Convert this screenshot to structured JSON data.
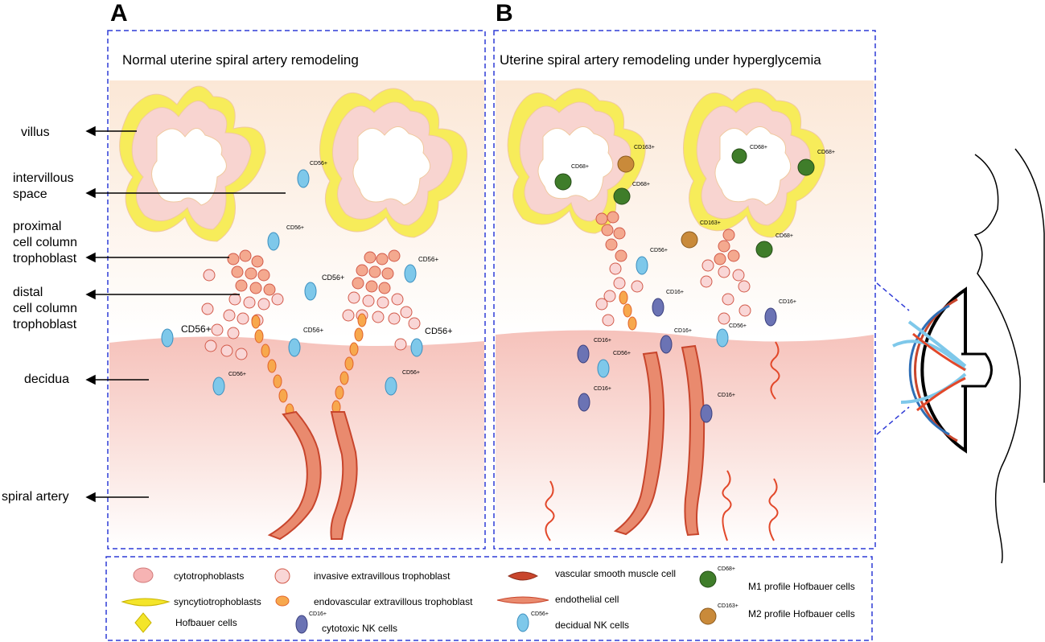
{
  "panels": {
    "a": {
      "letter": "A",
      "title": "Normal uterine spiral artery remodeling"
    },
    "b": {
      "letter": "B",
      "title": "Uterine spiral artery remodeling under hyperglycemia"
    }
  },
  "side_labels": {
    "villus": "villus",
    "intervillous": [
      "intervillous",
      "space"
    ],
    "proximal": [
      "proximal",
      "cell column",
      "trophoblast"
    ],
    "distal": [
      "distal",
      "cell column",
      "trophoblast"
    ],
    "decidua": "decidua",
    "spiral_artery": "spiral artery"
  },
  "markers": {
    "cd56": "CD56+",
    "cd16": "CD16+",
    "cd68": "CD68+",
    "cd163": "CD163+"
  },
  "legend": {
    "cytotrophoblasts": "cytotrophoblasts",
    "syncytiotrophoblasts": "syncytiotrophoblasts",
    "hofbauer": "Hofbauer cells",
    "invasive_evt": "invasive extravillous trophoblast",
    "endovascular_evt": "endovascular extravillous trophoblast",
    "cytotoxic_nk": "cytotoxic NK cells",
    "vsmc": "vascular smooth muscle cell",
    "endothelial": "endothelial cell",
    "decidual_nk": "decidual NK cells",
    "m1": "M1 profile Hofbauer cells",
    "m2": "M2 profile Hofbauer cells"
  },
  "colors": {
    "frame": "#2f3bd6",
    "syncytio": "#f4e52a",
    "cyto": "#f6b3b3",
    "decidua": "#f6c9c3",
    "nk": "#7ec8ea",
    "artery": "#c8452c",
    "m1": "#3f7d2a",
    "m2": "#c98a3a"
  }
}
